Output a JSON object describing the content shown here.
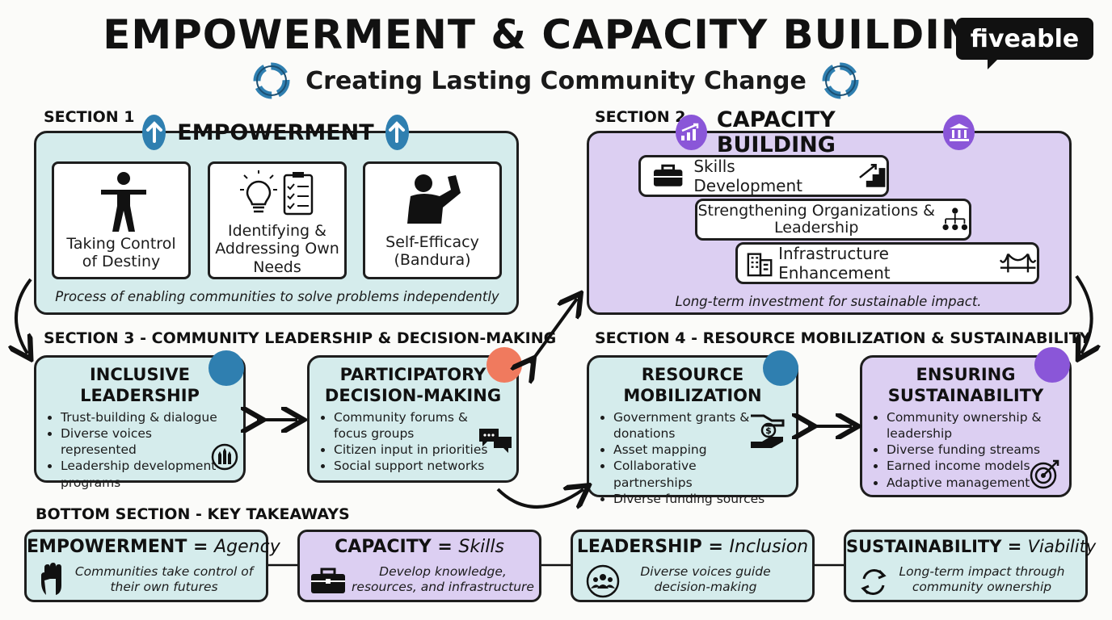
{
  "header": {
    "title": "EMPOWERMENT & CAPACITY BUILDING",
    "subtitle": "Creating Lasting Community Change",
    "logo": "fiveable"
  },
  "section1": {
    "label": "SECTION 1",
    "heading": "EMPOWERMENT",
    "cards": [
      {
        "text": "Taking Control of Destiny",
        "icon": "person-arms-out-icon"
      },
      {
        "text": "Identifying & Addressing Own Needs",
        "icon": "lightbulb-checklist-icon"
      },
      {
        "text": "Self-Efficacy (Bandura)",
        "icon": "flexing-person-icon"
      }
    ],
    "caption": "Process of enabling communities to solve problems independently"
  },
  "section2": {
    "label": "SECTION 2",
    "heading": "CAPACITY BUILDING",
    "items": [
      {
        "text": "Skills Development",
        "icon": "briefcase-icon",
        "icon2": "stairs-arrow-icon"
      },
      {
        "text": "Strengthening Organizations & Leadership",
        "icon": "org-chart-icon"
      },
      {
        "text": "Infrastructure Enhancement",
        "icon": "buildings-icon",
        "icon2": "bridge-icon"
      }
    ],
    "caption": "Long-term investment for sustainable impact."
  },
  "section3": {
    "label": "SECTION 3 - COMMUNITY LEADERSHIP & DECISION-MAKING",
    "boxes": [
      {
        "title": "INCLUSIVE LEADERSHIP",
        "bullets": [
          "Trust-building & dialogue",
          "Diverse voices represented",
          "Leadership development programs"
        ],
        "dot": "#2f7fb0"
      },
      {
        "title": "PARTICIPATORY DECISION-MAKING",
        "bullets": [
          "Community forums & focus groups",
          "Citizen input in priorities",
          "Social support networks"
        ],
        "dot": "#f07a5e"
      }
    ]
  },
  "section4": {
    "label": "SECTION 4 - RESOURCE MOBILIZATION & SUSTAINABILITY",
    "boxes": [
      {
        "title": "RESOURCE MOBILIZATION",
        "bullets": [
          "Government grants & donations",
          "Asset mapping",
          "Collaborative partnerships",
          "Diverse funding sources"
        ],
        "dot": "#2f7fb0"
      },
      {
        "title": "ENSURING SUSTAINABILITY",
        "bullets": [
          "Community ownership & leadership",
          "Diverse funding streams",
          "Earned income models",
          "Adaptive management"
        ],
        "dot": "#8a56d8"
      }
    ]
  },
  "takeaways": {
    "label": "BOTTOM SECTION - KEY TAKEAWAYS",
    "items": [
      {
        "key": "EMPOWERMENT",
        "value": "Agency",
        "desc": "Communities take control of their own futures",
        "icon": "hand-icon"
      },
      {
        "key": "CAPACITY",
        "value": "Skills",
        "desc": "Develop knowledge, resources, and infrastructure",
        "icon": "toolbox-icon"
      },
      {
        "key": "LEADERSHIP",
        "value": "Inclusion",
        "desc": "Diverse voices guide decision-making",
        "icon": "group-icon"
      },
      {
        "key": "SUSTAINABILITY",
        "value": "Viability",
        "desc": "Long-term impact through community ownership",
        "icon": "cycle-icon"
      }
    ],
    "equals": "="
  },
  "colors": {
    "teal": "#d5ecec",
    "lavender": "#dccff2",
    "blue": "#2f7fb0",
    "coral": "#f07a5e",
    "purple": "#8a56d8"
  }
}
